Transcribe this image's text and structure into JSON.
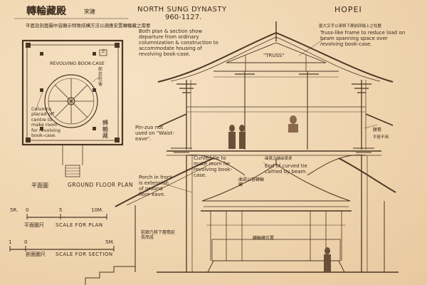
{
  "header": {
    "title_cjk": "轉輪藏殿",
    "title_dynasty_cjk": "宋建",
    "dynasty": "NORTH SUNG DYNASTY",
    "dates": "960-1127.",
    "province": "HOPEI",
    "subtitle_cjk": "平面及剖面圖中皆顯示特殊結構方法以適應安置轉輪藏之需要"
  },
  "plan": {
    "label_revolving": "REVOLVING BOOK-CASE",
    "label_columns": "Columns placed off centre to make room for revolving book-case.",
    "cjk_side_1": "前於柱後",
    "cjk_side_2": "轉輪藏",
    "cjk_top_mark": "上",
    "floor_plan_cjk": "平面圖",
    "floor_plan": "GROUND FLOOR PLAN"
  },
  "notes": {
    "departure": "Both plan & section show departure from ordinary columnization & construction to accommodate housing of revolving book-case.",
    "truss_cjk": "屋大叉手以承將下層前四縫上之柱壓",
    "truss": "Truss-like frame to reduce load on beam spanning space over revolving book-case.",
    "truss_label": "\"TRUSS\"",
    "pingzuo": "Pin-zuo not used on \"Waist-eave\".",
    "pingzuo_cjk": "平座不用",
    "curved_tie": "Curved tie to make room for revolving book-case.",
    "curved_tie_cjk": "曲梁以容轉輪藏",
    "curved_end": "End of curved tie carried by beam.",
    "curved_end_cjk": "曲梁之端由梁承",
    "porch": "Porch in front is extension of ground floor eave.",
    "porch_cjk": "前廊乃將下層檐延長而成",
    "book_cjk": "轉輪藏位置",
    "eave_cjk": "腰檐"
  },
  "scales": {
    "plan_ticks": [
      "0",
      "5",
      "10M."
    ],
    "plan_start": "5R.",
    "plan_label_cjk": "平面圖尺",
    "plan_label": "SCALE FOR PLAN",
    "section_ticks": [
      "1",
      "0",
      "5M."
    ],
    "section_label_cjk": "剖面圖尺",
    "section_label": "SCALE FOR SECTION"
  },
  "colors": {
    "paper": "#f1d9b6",
    "ink": "#3a2a1c"
  }
}
